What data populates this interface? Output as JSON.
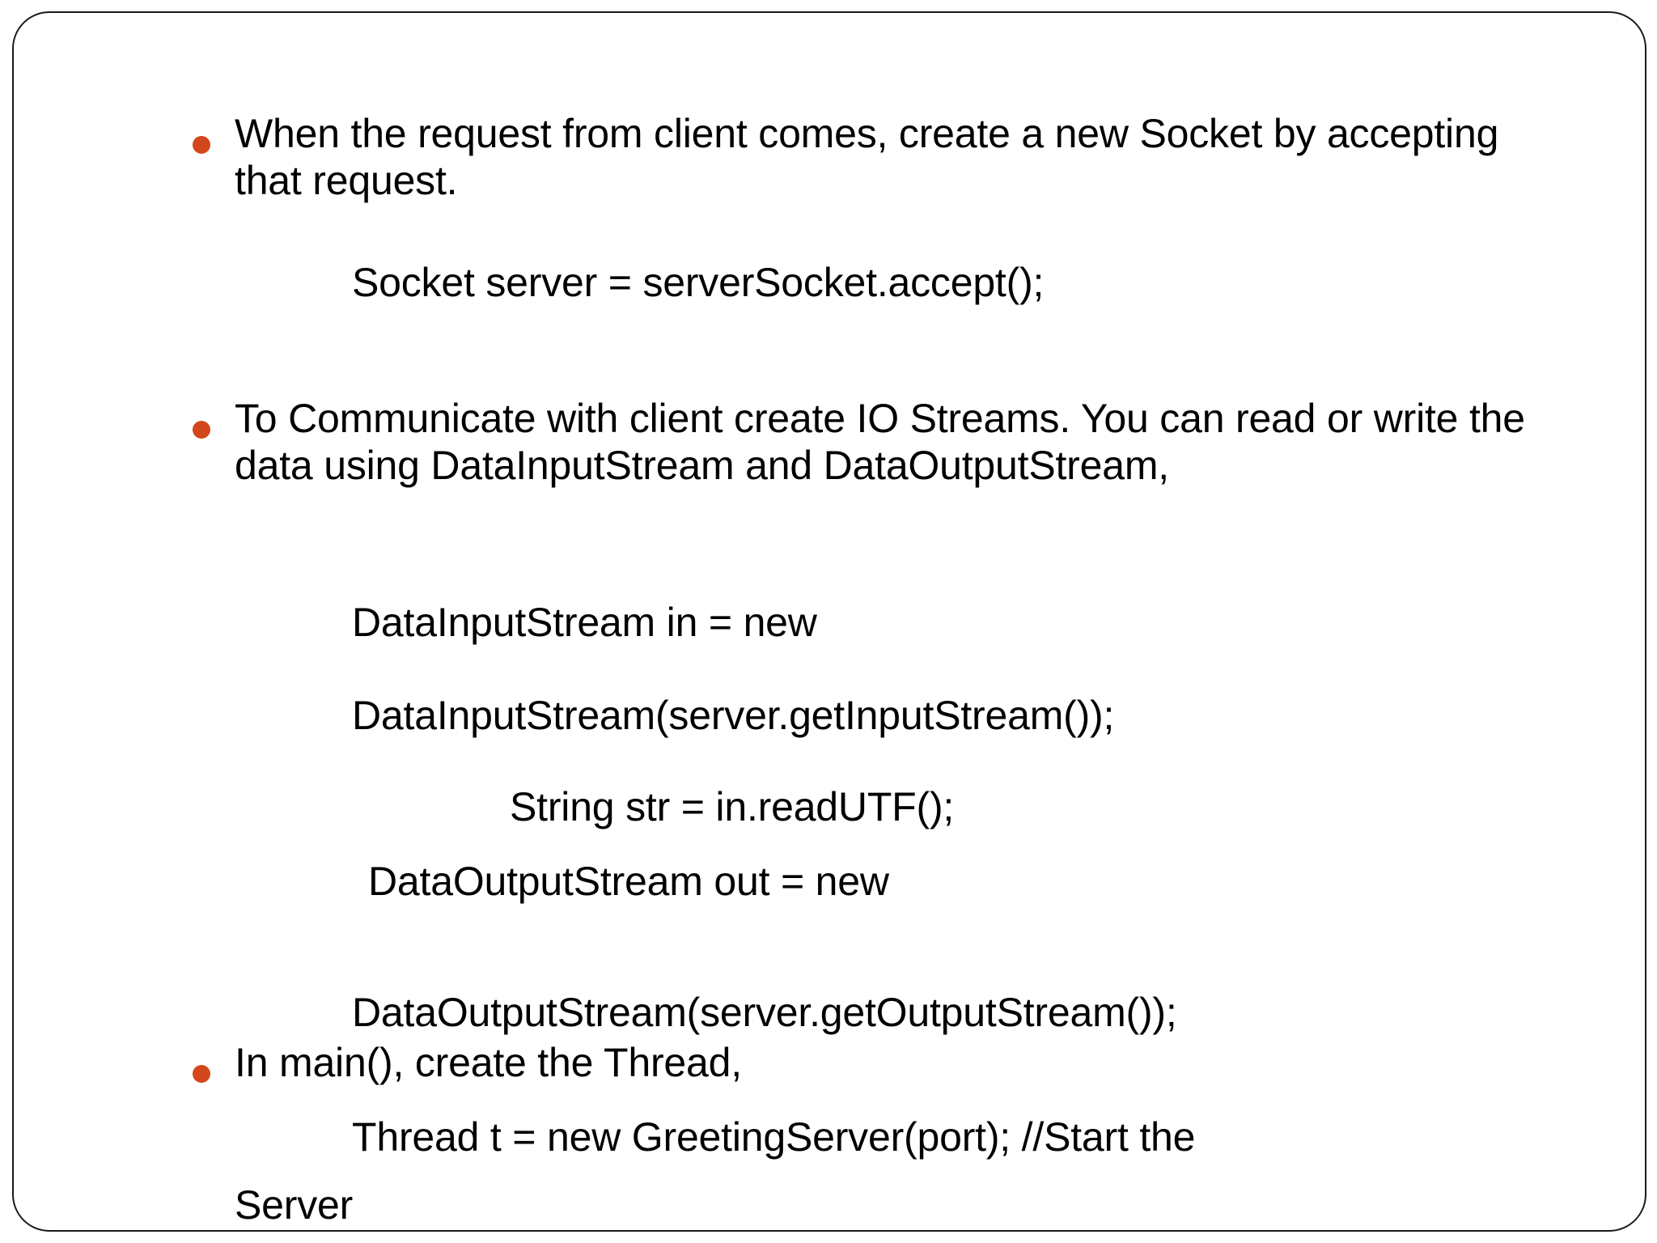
{
  "slide": {
    "background_color": "#ffffff",
    "border_color": "#1a1a1a",
    "text_color": "#000000",
    "bullet_color": "#d2471c",
    "bullets": [
      {
        "id": "bullet-when-request",
        "text": "When the request from client comes, create a new Socket by accepting that request."
      },
      {
        "id": "bullet-to-communicate",
        "text": "To Communicate with client create IO Streams. You can read or write the data using DataInputStream and DataOutputStream,"
      },
      {
        "id": "bullet-in-main",
        "text": "In main(), create the Thread,"
      }
    ],
    "code_lines": [
      {
        "id": "code-socket-accept",
        "text": "Socket server = serverSocket.accept();"
      },
      {
        "id": "code-datainputstream-decl",
        "text": "DataInputStream in = new"
      },
      {
        "id": "code-datainputstream-ctor",
        "text": "DataInputStream(server.getInputStream());"
      },
      {
        "id": "code-string-readutf",
        "text": "String str = in.readUTF();"
      },
      {
        "id": "code-dataoutputstream-decl",
        "text": "DataOutputStream out =  new"
      },
      {
        "id": "code-dataoutputstream-ctor",
        "text": "DataOutputStream(server.getOutputStream());"
      },
      {
        "id": "code-thread-new",
        "text": "Thread t = new GreetingServer(port); //Start the"
      },
      {
        "id": "code-thread-server-cont",
        "text": "Server"
      }
    ]
  }
}
